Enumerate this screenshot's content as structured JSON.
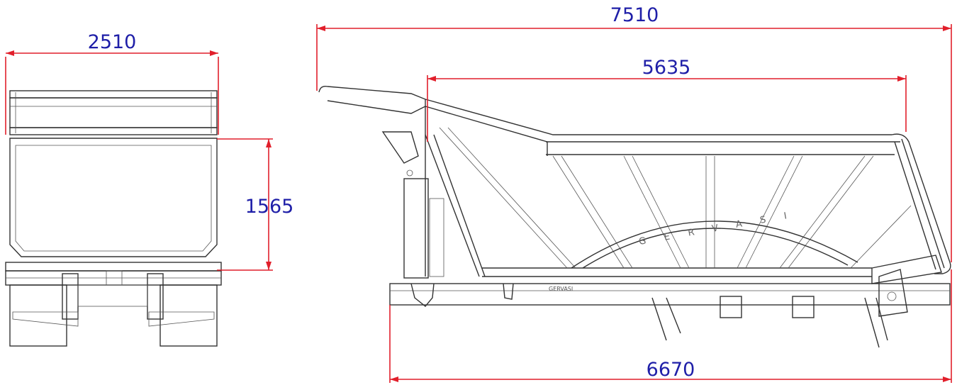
{
  "dimensions": {
    "front_width": "2510",
    "front_height": "1565",
    "side_overall_length": "7510",
    "side_body_length": "5635",
    "side_chassis_length": "6670"
  },
  "brand": {
    "body_lettering": "GERVASI",
    "chassis_lettering": "GERVASI"
  },
  "colors": {
    "dimension_line": "#e11f2b",
    "dimension_text": "#1f1fa8",
    "linework": "#333333"
  }
}
